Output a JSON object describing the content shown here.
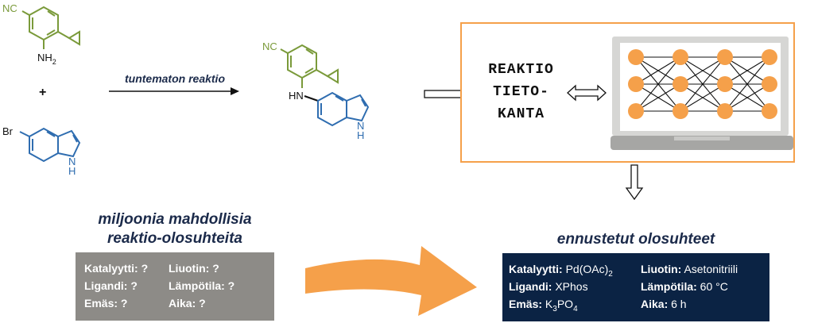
{
  "reaction": {
    "arrow_label": "tuntematon reaktio",
    "plus": "+",
    "reactant1": {
      "nitrile": "NC",
      "amine_label": "NH",
      "amine_sub": "2"
    },
    "reactant2": {
      "halide": "Br",
      "nh_label": "N",
      "nh_h": "H"
    },
    "product": {
      "nitrile": "NC",
      "linker": "HN",
      "nh_label": "N",
      "nh_h": "H"
    }
  },
  "database": {
    "line1": "REAKTIO",
    "line2": "TIETO-",
    "line3": "KANTA"
  },
  "unknown": {
    "heading_line1": "miljoonia mahdollisia",
    "heading_line2": "reaktio-olosuhteita",
    "catalyst_label": "Katalyytti:",
    "catalyst_value": "?",
    "solvent_label": "Liuotin:",
    "solvent_value": "?",
    "ligand_label": "Ligandi:",
    "ligand_value": "?",
    "temperature_label": "Lämpötila:",
    "temperature_value": "?",
    "base_label": "Emäs:",
    "base_value": "?",
    "time_label": "Aika:",
    "time_value": "?"
  },
  "predicted": {
    "heading": "ennustetut olosuhteet",
    "catalyst_label": "Katalyytti:",
    "catalyst_value": "Pd(OAc)",
    "catalyst_sub": "2",
    "solvent_label": "Liuotin:",
    "solvent_value": "Asetonitriili",
    "ligand_label": "Ligandi:",
    "ligand_value": "XPhos",
    "temperature_label": "Lämpötila:",
    "temperature_value": "60 °C",
    "base_label": "Emäs:",
    "base_value": "K",
    "base_sub1": "3",
    "base_mid": "PO",
    "base_sub2": "4",
    "time_label": "Aika:",
    "time_value": "6 h"
  },
  "colors": {
    "reactant_green": "#7a9a3a",
    "reactant_blue": "#2f6db0",
    "accent_orange": "#f5a04a",
    "node_orange": "#f5a04a",
    "gray_box": "#8d8b87",
    "navy_box": "#0b2344",
    "heading_navy": "#1b2a4a"
  }
}
